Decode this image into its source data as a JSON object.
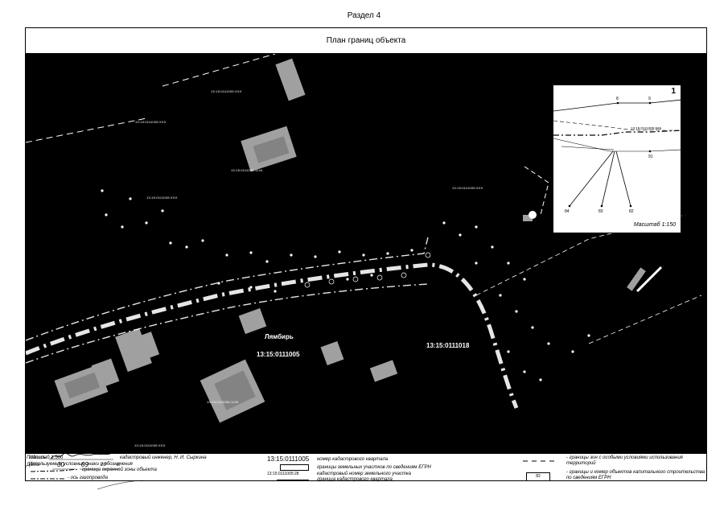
{
  "header": {
    "section": "Раздел 4",
    "plan_title": "План границ объекта"
  },
  "map": {
    "village_name": "Лямбирь",
    "quarters": [
      "13:15:0111005",
      "13:15:0111018"
    ],
    "small_tags": [
      "13:15:0111005:1144",
      "13:15:0111005:1109"
    ],
    "colors": {
      "background": "#000000",
      "lines": "#ffffff"
    }
  },
  "inset": {
    "number": "1",
    "scale": "Масштаб 1:150",
    "cadastral": "13:15:0111005:666",
    "points": [
      "8",
      "9",
      "91",
      "84",
      "83",
      "82"
    ]
  },
  "legend": {
    "scale": "Масштаб 1:500",
    "title": "Используемые условные знаки и обозначения",
    "item_kvartal_boundary_upper": "граница охранной зоны объекта",
    "item_gas_axis": "- ось газопровода",
    "quarter_example": "13:15:0111005",
    "item_quarter_number": "номер кадастрового квартала",
    "item_land_boundaries": "границы земельных участков по сведениям ЕГРН",
    "cad_example": "13:15:0111005:28",
    "item_cad_number": "кадастровый номер земельного участка",
    "item_quarter_boundary": "граница кадастрового квартала",
    "item_zone_boundaries": "- границы зон с особыми условиями использования территорий",
    "object_example": "82",
    "item_object_boundaries": "- границы и номер объектов капитального строительства по сведениям ЕГРН"
  },
  "signature": {
    "podpis_label": "Подпись",
    "engineer": "кадастровый инженер, Н. И. Сыркина",
    "date_label": "Дата",
    "date_day": "30",
    "date_month": "09",
    "date_year": "20",
    "date_suffix": "г."
  }
}
